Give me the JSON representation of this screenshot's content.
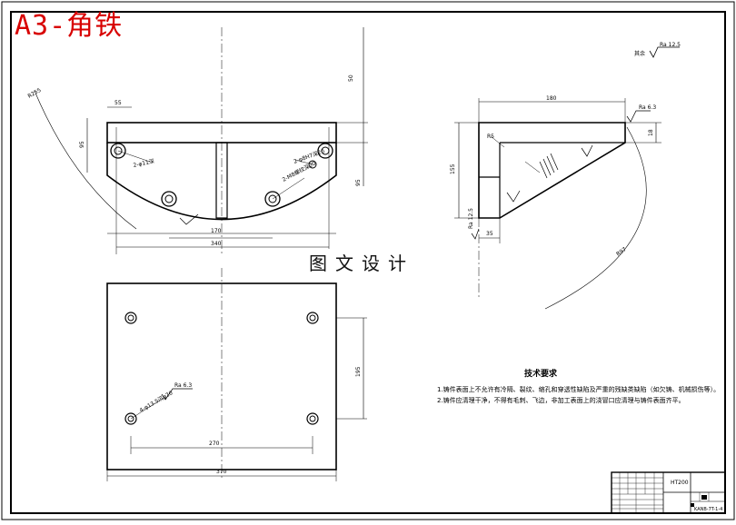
{
  "stamp_text": "A3-角铁",
  "watermark_text": "图文设计",
  "technical_requirements": {
    "title": "技术要求",
    "notes": [
      "1.铸件表面上不允许有冷隔、裂纹、缩孔和穿透性缺陷及严重的残缺类缺陷（如欠铸、机械损伤等）。",
      "2.铸件应清理干净，不得有毛刺、飞边，非加工表面上的浇冒口应清理与铸件表面齐平。"
    ]
  },
  "title_block": {
    "material": "HT200",
    "drawing_number": "KANB-7T-1-4"
  },
  "dimensions": {
    "front_height": "95",
    "front_left_offset": "55",
    "front_top_depth": "50",
    "front_hole_spec": "2-φ11深",
    "front_thread_spec": "2-M8螺纹深20",
    "front_thread_spec_2": "2-φ8H7深20",
    "front_width_inner": "170",
    "front_width_outer": "340",
    "front_right_height": "95",
    "plan_hole_spec": "4-φ13.5沉φ20",
    "plan_inner_width": "270",
    "plan_width": "370",
    "plan_height": "195",
    "side_width": "180",
    "side_height": "155",
    "side_flange": "35",
    "side_bottom": "35",
    "side_top_thk": "18",
    "side_angle_radius": "R97"
  },
  "roughness": {
    "general": "Ra 12.5",
    "side_top": "Ra 6.3",
    "side_left": "Ra 12.5",
    "plan": "Ra 6.3"
  }
}
